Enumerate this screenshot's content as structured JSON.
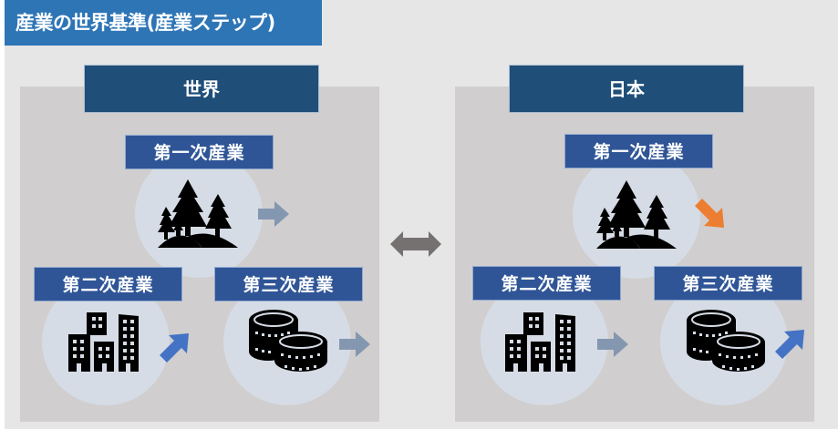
{
  "title": "産業の世界基準(産業ステップ)",
  "comparison_icon": "double-arrow-icon",
  "regions": [
    {
      "name": "世界",
      "industries": [
        {
          "label": "第一次産業",
          "icon": "forest-icon",
          "trend": "flat",
          "trend_color": "#8497b0"
        },
        {
          "label": "第二次産業",
          "icon": "buildings-icon",
          "trend": "up",
          "trend_color": "#4472c4"
        },
        {
          "label": "第三次産業",
          "icon": "coins-icon",
          "trend": "flat",
          "trend_color": "#8497b0"
        }
      ]
    },
    {
      "name": "日本",
      "industries": [
        {
          "label": "第一次産業",
          "icon": "forest-icon",
          "trend": "down",
          "trend_color": "#ed7d31"
        },
        {
          "label": "第二次産業",
          "icon": "buildings-icon",
          "trend": "flat",
          "trend_color": "#8497b0"
        },
        {
          "label": "第三次産業",
          "icon": "coins-icon",
          "trend": "up",
          "trend_color": "#4472c4"
        }
      ]
    }
  ],
  "colors": {
    "title_bg": "#2e75b6",
    "region_head_bg": "#1f4e79",
    "label_bg": "#2f5597",
    "circle_bg": "#d6dce5",
    "panel_bg": "#d0cece"
  }
}
